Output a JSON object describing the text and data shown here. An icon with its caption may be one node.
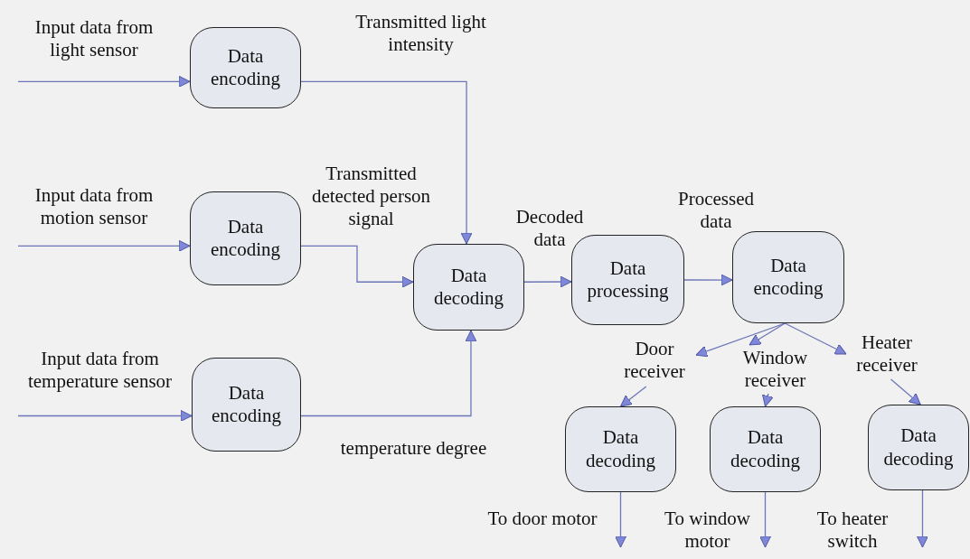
{
  "diagram": {
    "nodes": [
      {
        "text": [
          "Data encoding"
        ]
      },
      {
        "text": [
          "Data encoding"
        ]
      },
      {
        "text": [
          "Data encoding"
        ]
      },
      {
        "text": [
          "Data decoding"
        ]
      },
      {
        "text": [
          "Data processing"
        ]
      },
      {
        "text": [
          "Data encoding"
        ]
      },
      {
        "text": [
          "Door receiver"
        ]
      },
      {
        "text": [
          "Window receiver"
        ]
      },
      {
        "text": [
          "Heater receiver"
        ]
      },
      {
        "text": [
          "Data decoding"
        ]
      },
      {
        "text": [
          "Data decoding"
        ]
      },
      {
        "text": [
          "Data decoding"
        ]
      }
    ],
    "edges": [
      {
        "from": null,
        "to": 0,
        "arrow": "to",
        "label": "Input data from light sensor"
      },
      {
        "from": null,
        "to": 1,
        "arrow": "to",
        "label": "Input data from motion sensor"
      },
      {
        "from": null,
        "to": 2,
        "arrow": "to",
        "label": "Input data from temperature sensor"
      },
      {
        "from": 0,
        "to": 3,
        "arrow": "to",
        "label": "Transmitted light intensity"
      },
      {
        "from": 1,
        "to": 3,
        "arrow": "to",
        "label": "Transmitted detected person signal"
      },
      {
        "from": 2,
        "to": 3,
        "arrow": "to",
        "label": "temperature degree"
      },
      {
        "from": 3,
        "to": 4,
        "arrow": "to",
        "label": "Decoded data"
      },
      {
        "from": 4,
        "to": 5,
        "arrow": "to",
        "label": "Processed data"
      },
      {
        "from": 5,
        "to": 6,
        "arrow": "to"
      },
      {
        "from": 5,
        "to": 7,
        "arrow": "to"
      },
      {
        "from": 5,
        "to": 8,
        "arrow": "to"
      },
      {
        "from": 6,
        "to": 9,
        "arrow": "to"
      },
      {
        "from": 7,
        "to": 10,
        "arrow": "to"
      },
      {
        "from": 8,
        "to": 11,
        "arrow": "to"
      },
      {
        "from": 9,
        "to": null,
        "arrow": "to",
        "label": "To door motor"
      },
      {
        "from": 10,
        "to": null,
        "arrow": "to",
        "label": "To window motor"
      },
      {
        "from": 11,
        "to": null,
        "arrow": "to",
        "label": "To heater switch"
      }
    ]
  }
}
